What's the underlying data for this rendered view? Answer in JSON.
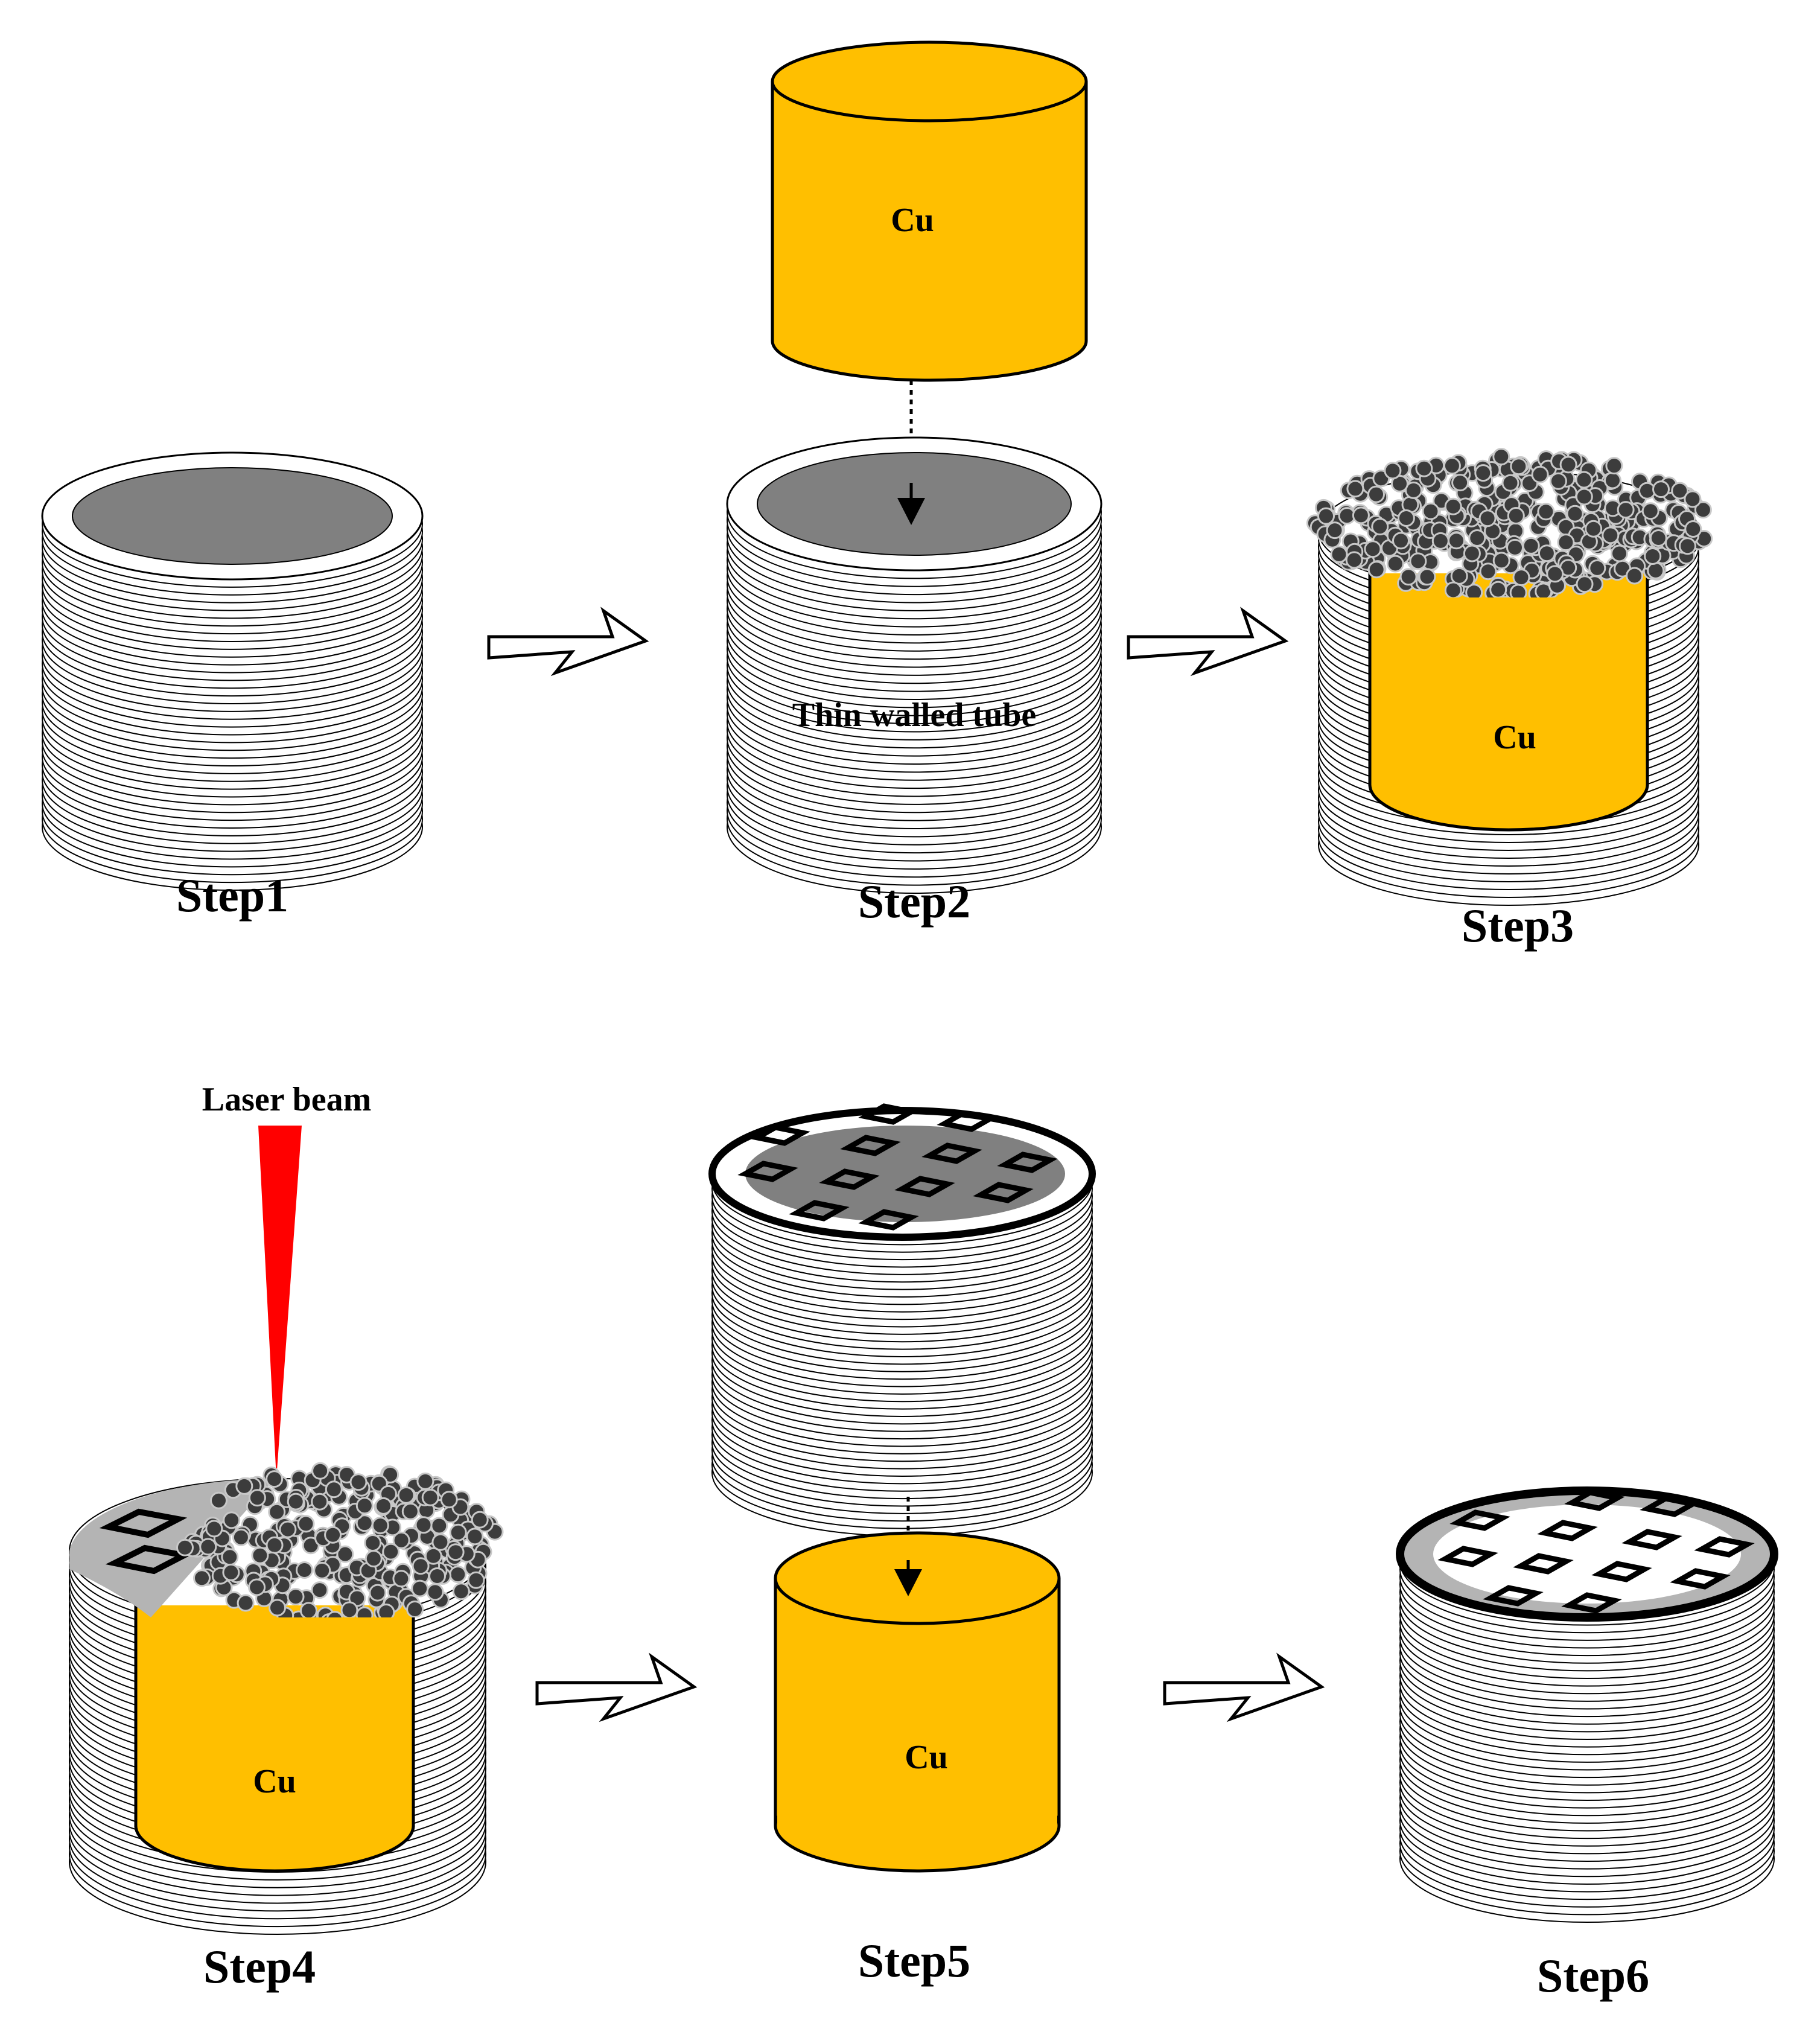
{
  "colors": {
    "copper": "#FFBF00",
    "cavity": "#808080",
    "laser": "#FF0000",
    "outline": "#000000",
    "tube": "#FFFFFF",
    "powder": "#3C3C3C",
    "processed_surface": "#B4B4B4"
  },
  "labels": {
    "step1": "Step1",
    "step2": "Step2",
    "step3": "Step3",
    "step4": "Step4",
    "step5": "Step5",
    "step6": "Step6",
    "cu_step2": "Cu",
    "cu_step3": "Cu",
    "cu_step4": "Cu",
    "cu_step5": "Cu",
    "thin_walled_tube": "Thin walled tube",
    "laser_beam": "Laser beam"
  }
}
